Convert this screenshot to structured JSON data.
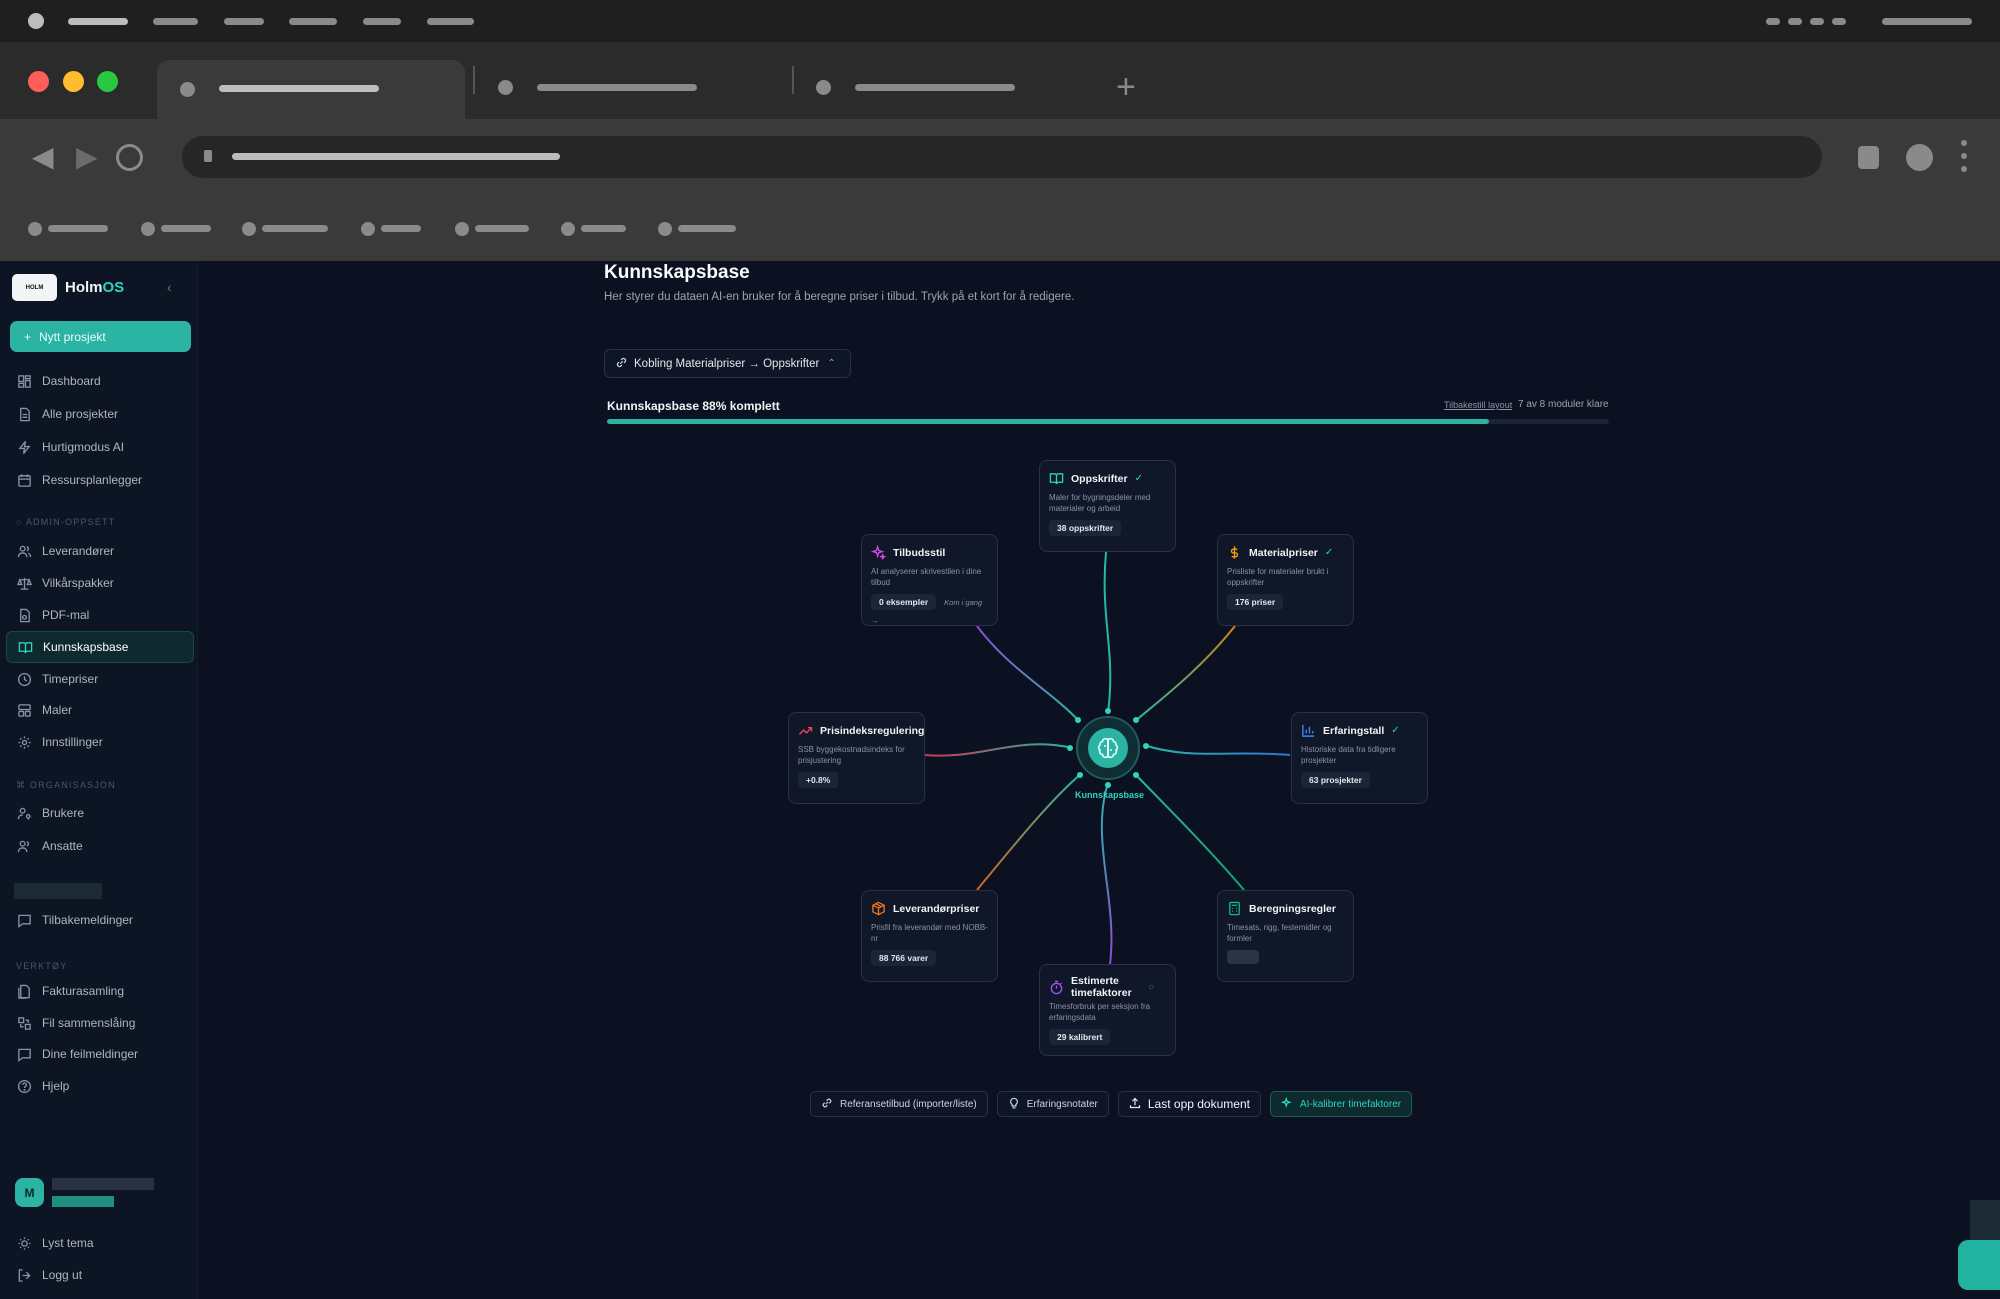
{
  "app": {
    "name_prefix": "Holm",
    "name_suffix": "OS",
    "logo_text": "HOLM"
  },
  "sidebar": {
    "new_project": "Nytt prosjekt",
    "collapse_glyph": "‹",
    "items": [
      {
        "label": "Dashboard",
        "icon": "dashboard-icon"
      },
      {
        "label": "Alle prosjekter",
        "icon": "file-icon"
      },
      {
        "label": "Hurtigmodus AI",
        "icon": "bolt-icon"
      },
      {
        "label": "Ressursplanlegger",
        "icon": "calendar-icon"
      }
    ],
    "admin_title": "ADMIN-OPPSETT",
    "admin_items": [
      {
        "label": "Leverandører",
        "icon": "users-icon"
      },
      {
        "label": "Vilkårspakker",
        "icon": "scale-icon"
      },
      {
        "label": "PDF-mal",
        "icon": "file-icon"
      },
      {
        "label": "Kunnskapsbase",
        "icon": "book-icon",
        "active": true
      },
      {
        "label": "Timepriser",
        "icon": "clock-icon"
      },
      {
        "label": "Maler",
        "icon": "template-icon"
      },
      {
        "label": "Innstillinger",
        "icon": "gear-icon"
      }
    ],
    "org_title": "ORGANISASJON",
    "org_items": [
      {
        "label": "Brukere",
        "icon": "user-key-icon"
      },
      {
        "label": "Ansatte",
        "icon": "users-icon"
      }
    ],
    "feedback": "Tilbakemeldinger",
    "tools_title": "VERKTØY",
    "tool_items": [
      {
        "label": "Fakturasamling",
        "icon": "invoice-icon"
      },
      {
        "label": "Fil sammenslåing",
        "icon": "merge-icon"
      },
      {
        "label": "Dine feilmeldinger",
        "icon": "message-icon"
      },
      {
        "label": "Hjelp",
        "icon": "help-icon"
      }
    ],
    "user_initial": "M",
    "theme_toggle": "Lyst tema",
    "logout": "Logg ut"
  },
  "main": {
    "title": "Kunnskapsbase",
    "subtitle": "Her styrer du dataen AI-en bruker for å beregne priser i tilbud. Trykk på et kort for å redigere.",
    "selector": "Kobling Materialpriser → Oppskrifter",
    "progress_label": "Kunnskapsbase 88% komplett",
    "progress_value": 0.88,
    "reset_layout": "Tilbakestill layout",
    "modules_ready": "7 av 8 moduler klare",
    "hub_label": "Kunnskapsbase"
  },
  "cards": {
    "oppskrifter": {
      "title": "Oppskrifter",
      "desc": "Maler for bygningsdeler med materialer og arbeid",
      "badge": "38 oppskrifter",
      "color": "#2dd4bf",
      "icon": "book-icon",
      "ok": "✓"
    },
    "tilbudsstil": {
      "title": "Tilbudsstil",
      "desc": "AI analyserer skrivestilen i dine tilbud",
      "badge": "0 eksempler",
      "extra": "Kom i gang →",
      "color": "#d946ef",
      "icon": "sparkle-icon"
    },
    "materialpriser": {
      "title": "Materialpriser",
      "desc": "Prisliste for materialer brukt i oppskrifter",
      "badge": "176 priser",
      "color": "#f59e0b",
      "icon": "dollar-icon",
      "ok": "✓"
    },
    "prisindeks": {
      "title": "Prisindeksregulering",
      "desc": "SSB byggekostnadsindeks for prisjustering",
      "badge": "+0.8%",
      "color": "#f43f5e",
      "icon": "trend-icon"
    },
    "erfaringstall": {
      "title": "Erfaringstall",
      "desc": "Historiske data fra tidligere prosjekter",
      "badge": "63 prosjekter",
      "color": "#3b82f6",
      "icon": "bar-chart-icon",
      "ok": "✓"
    },
    "leverandorpriser": {
      "title": "Leverandørpriser",
      "desc": "Prisfil fra leverandør med NOBB-nr",
      "badge": "88 766 varer",
      "color": "#f97316",
      "icon": "box-icon"
    },
    "beregningsregler": {
      "title": "Beregningsregler",
      "desc": "Timesats, rigg, festemidler og formler",
      "color": "#10b981",
      "icon": "calculator-icon"
    },
    "timefaktorer": {
      "title": "Estimerte timefaktorer",
      "desc": "Timesforbruk per seksjon fra erfaringsdata",
      "badge": "29 kalibrert",
      "color": "#a855f7",
      "icon": "timer-icon",
      "ok": "○"
    }
  },
  "actions": [
    {
      "label": "Referansetilbud (importer/liste)",
      "icon": "link-icon"
    },
    {
      "label": "Erfaringsnotater",
      "icon": "bulb-icon"
    },
    {
      "label": "Last opp dokument",
      "icon": "upload-icon"
    },
    {
      "label": "AI-kalibrer timefaktorer",
      "icon": "sparkle-icon"
    }
  ],
  "colors": {
    "accent": "#2bb3a3",
    "background": "#0b1120",
    "card": "#0f1729"
  }
}
